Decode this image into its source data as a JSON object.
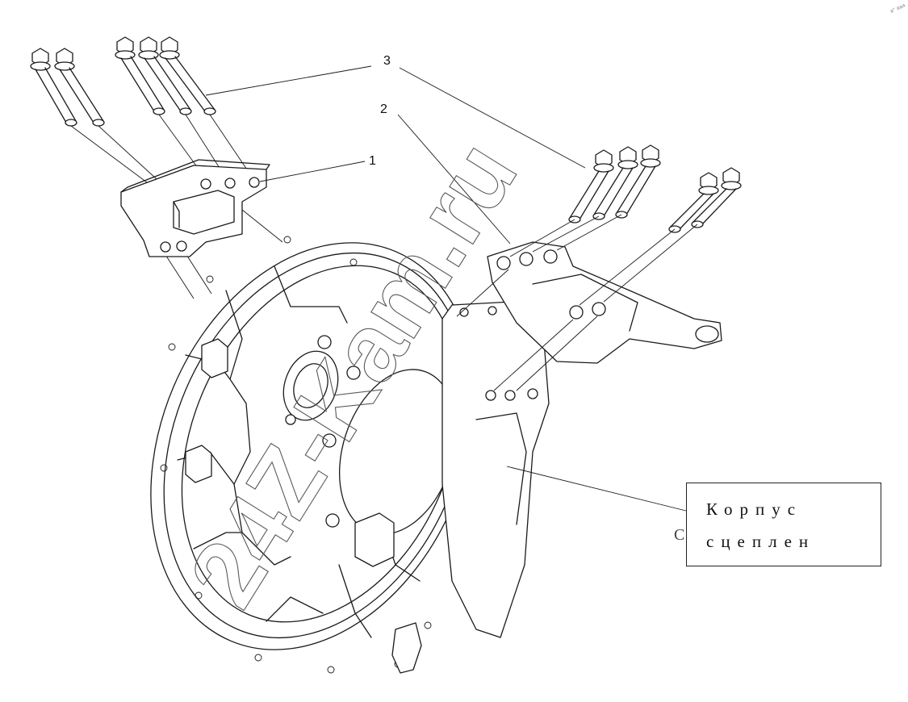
{
  "callouts": [
    "1",
    "2",
    "3"
  ],
  "label": {
    "line1": "Корпус",
    "line2": "сцеплен",
    "fragment": "С"
  },
  "watermark": "24Z-Kam.ru",
  "corner_mark": "a° aaa"
}
